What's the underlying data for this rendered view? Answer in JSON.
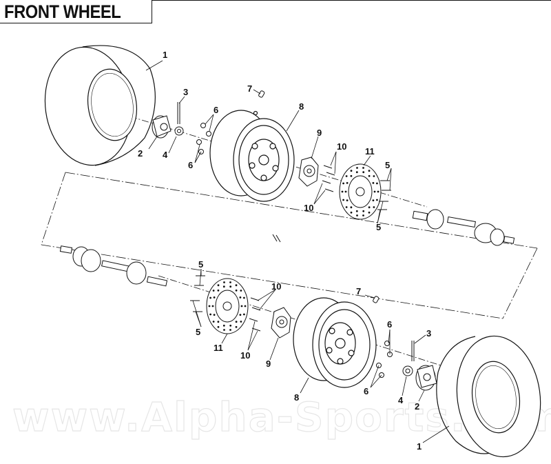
{
  "title": "FRONT WHEEL",
  "watermark": "www.Alpha-Sports.com",
  "callouts": {
    "c1": "1",
    "c2": "2",
    "c3": "3",
    "c4": "4",
    "c5": "5",
    "c6": "6",
    "c7": "7",
    "c8": "8",
    "c9": "9",
    "c10": "10",
    "c11": "11"
  },
  "colors": {
    "line": "#111111",
    "watermark": "#e6e6e6"
  }
}
